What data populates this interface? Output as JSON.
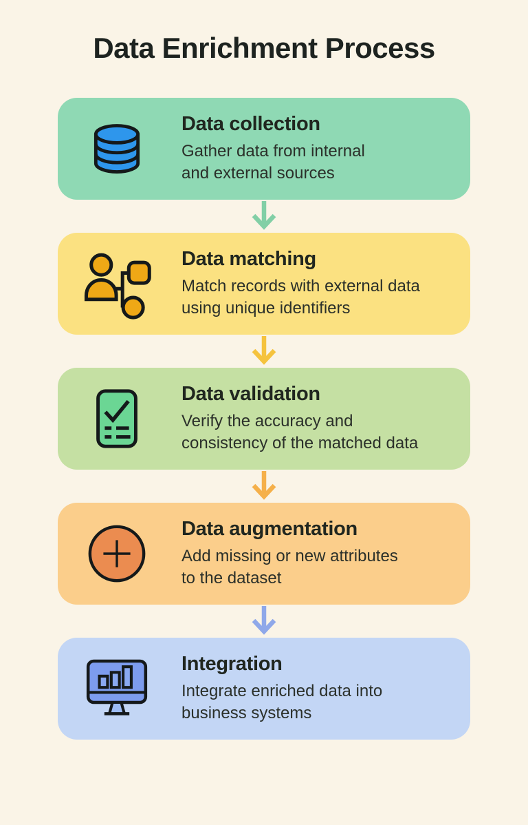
{
  "title": "Data Enrichment Process",
  "colors": {
    "background": "#faf4e7",
    "title_text": "#1d2320",
    "heading_text": "#20261f",
    "body_text": "#2b302a"
  },
  "steps": [
    {
      "title": "Data collection",
      "description": "Gather data from internal\nand external sources",
      "icon": "database-icon",
      "card_color": "#8fd9b4",
      "icon_color": "#2e96ec",
      "arrow_color": "#82cfa6"
    },
    {
      "title": "Data matching",
      "description": "Match records with external data\nusing unique identifiers",
      "icon": "person-flowchart-icon",
      "card_color": "#fbe181",
      "icon_color": "#efa816",
      "arrow_color": "#f5c33e"
    },
    {
      "title": "Data validation",
      "description": "Verify the accuracy and\nconsistency of the matched data",
      "icon": "checklist-icon",
      "card_color": "#c5e0a3",
      "icon_color": "#6bd694",
      "arrow_color": "#f5b04a"
    },
    {
      "title": "Data augmentation",
      "description": "Add missing or new attributes\nto the dataset",
      "icon": "plus-circle-icon",
      "card_color": "#fbce8b",
      "icon_color": "#eb8c50",
      "arrow_color": "#8fa8e9"
    },
    {
      "title": "Integration",
      "description": "Integrate enriched data into\nbusiness systems",
      "icon": "monitor-chart-icon",
      "card_color": "#c3d6f5",
      "icon_color": "#7d9cee",
      "arrow_color": ""
    }
  ]
}
